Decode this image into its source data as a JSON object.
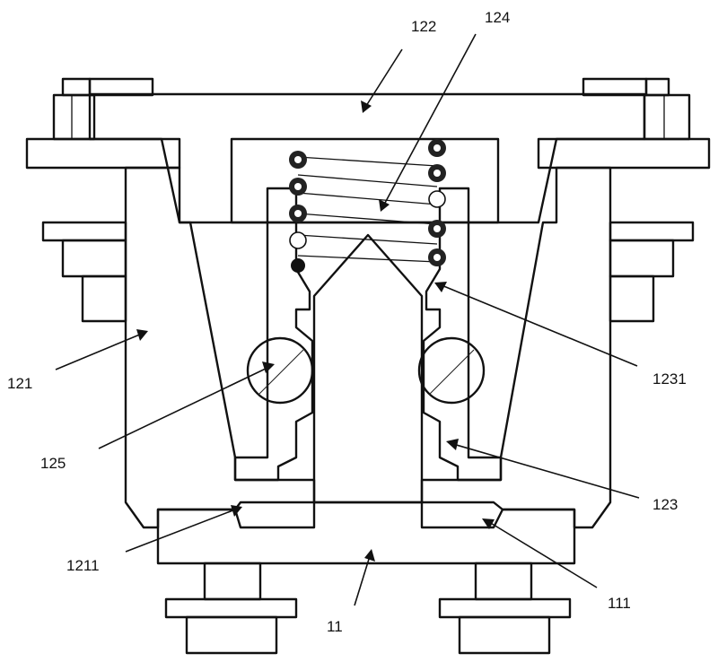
{
  "labels": {
    "l122": "122",
    "l124": "124",
    "l121": "121",
    "l1231": "1231",
    "l125": "125",
    "l123": "123",
    "l1211": "1211",
    "l111": "111",
    "l11": "11"
  }
}
